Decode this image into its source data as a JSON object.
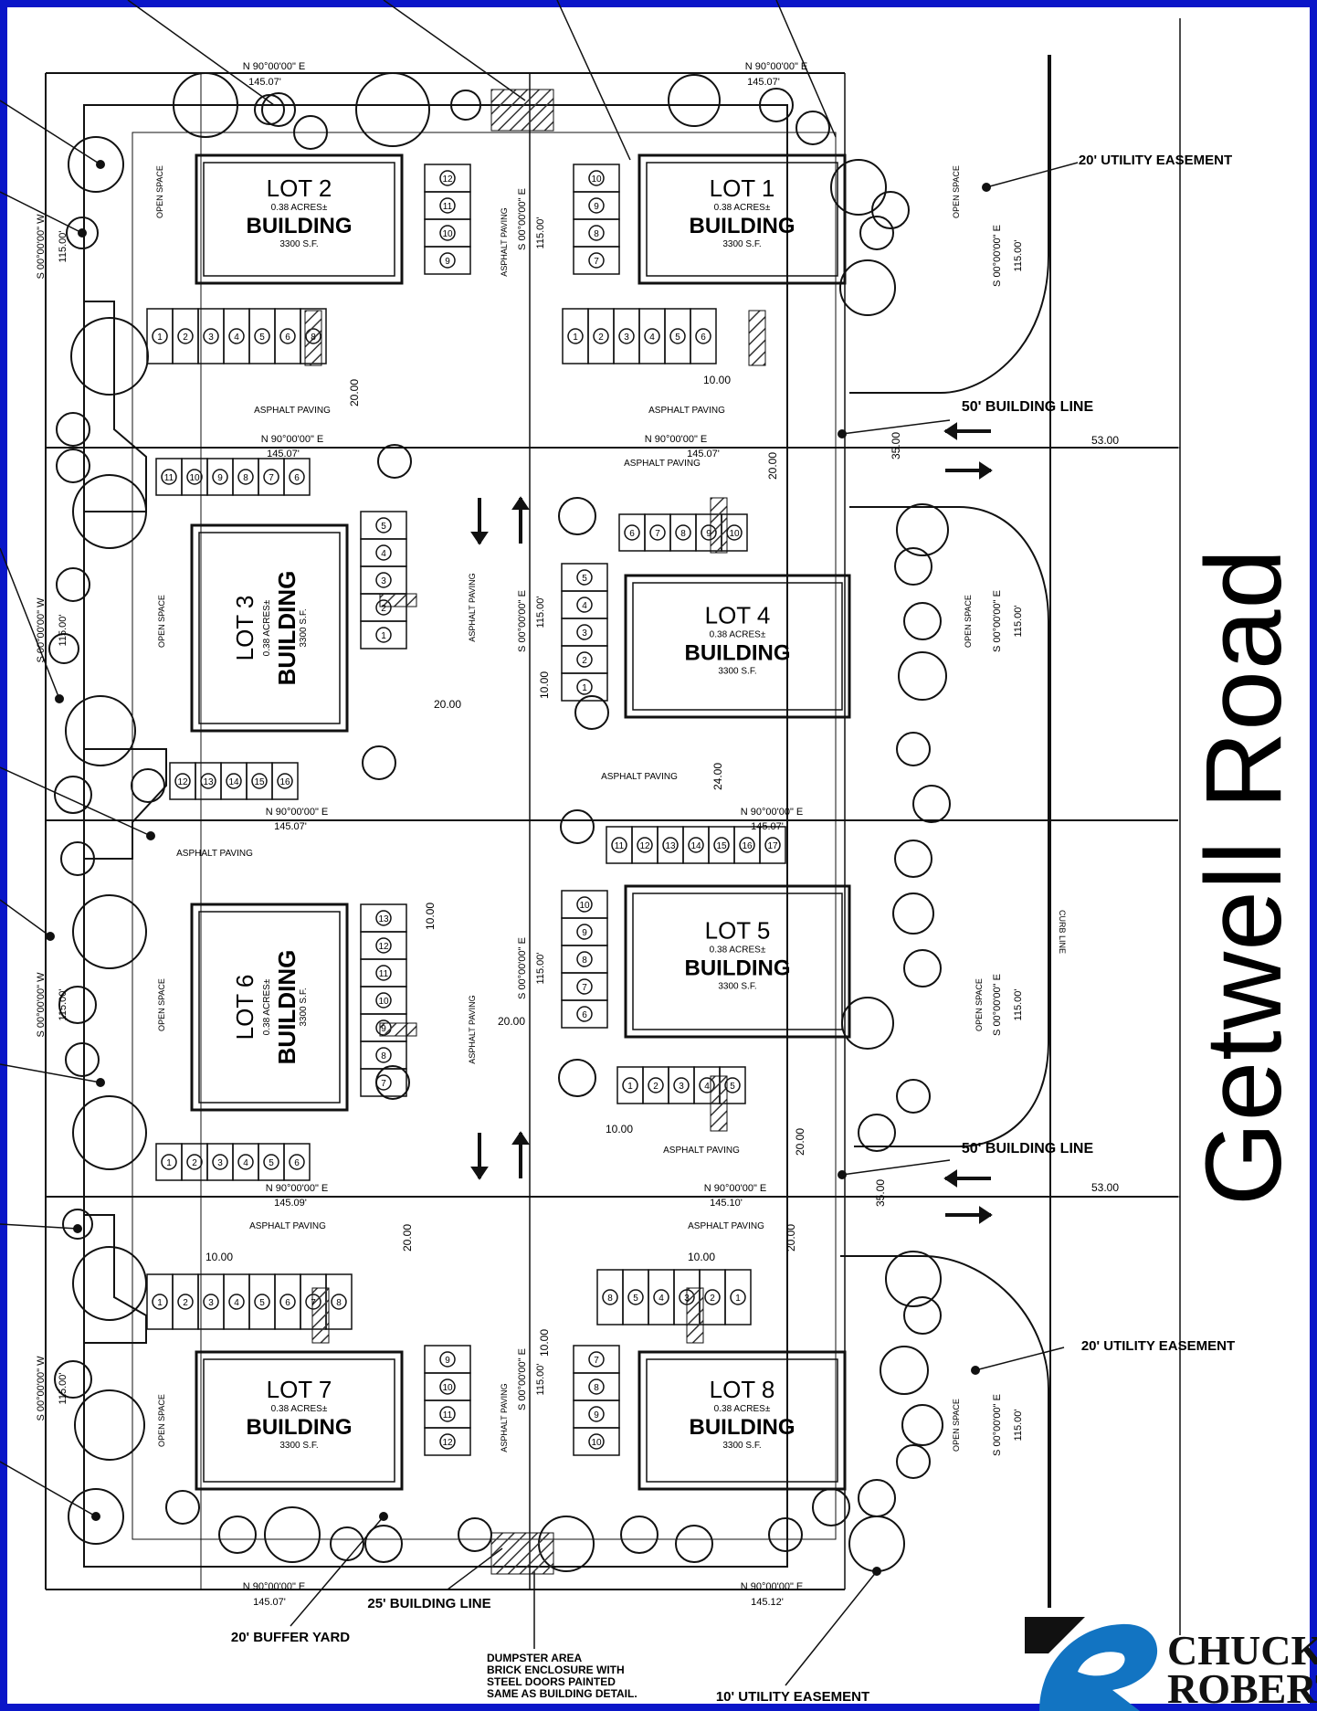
{
  "road_name": "Getwell Road",
  "colors": {
    "frame": "#0a16c8",
    "line": "#111111",
    "hatch": "#333333",
    "logo_blue": "#1274c2"
  },
  "lots": [
    {
      "name": "LOT 2",
      "area": "0.38 ACRES±",
      "building": "BUILDING",
      "sf": "3300 S.F.",
      "orientation": "horizontal"
    },
    {
      "name": "LOT 1",
      "area": "0.38 ACRES±",
      "building": "BUILDING",
      "sf": "3300 S.F.",
      "orientation": "horizontal"
    },
    {
      "name": "LOT 3",
      "area": "0.38 ACRES±",
      "building": "BUILDING",
      "sf": "3300 S.F.",
      "orientation": "vertical"
    },
    {
      "name": "LOT 4",
      "area": "0.38 ACRES±",
      "building": "BUILDING",
      "sf": "3300 S.F.",
      "orientation": "horizontal"
    },
    {
      "name": "LOT 6",
      "area": "0.38 ACRES±",
      "building": "BUILDING",
      "sf": "3300 S.F.",
      "orientation": "vertical"
    },
    {
      "name": "LOT 5",
      "area": "0.38 ACRES±",
      "building": "BUILDING",
      "sf": "3300 S.F.",
      "orientation": "horizontal"
    },
    {
      "name": "LOT 7",
      "area": "0.38 ACRES±",
      "building": "BUILDING",
      "sf": "3300 S.F.",
      "orientation": "horizontal"
    },
    {
      "name": "LOT 8",
      "area": "0.38 ACRES±",
      "building": "BUILDING",
      "sf": "3300 S.F.",
      "orientation": "horizontal"
    }
  ],
  "bearings": {
    "n90": "N 90°00'00\" E",
    "s00w": "S 00°00'00\" W",
    "s00e": "S 00°00'00\" E"
  },
  "distances": {
    "d145_07": "145.07'",
    "d145_09": "145.09'",
    "d145_10": "145.10'",
    "d145_12": "145.12'",
    "d115": "115.00'",
    "d10": "10.00",
    "d20": "20.00",
    "d24": "24.00",
    "d35": "35.00",
    "d53": "53.00"
  },
  "labels": {
    "asphalt_paving": "ASPHALT PAVING",
    "open_space": "OPEN SPACE",
    "curb_line": "CURB LINE",
    "utility_easement_20": "20' UTILITY EASEMENT",
    "building_line_50": "50' BUILDING LINE",
    "building_line_25": "25' BUILDING LINE",
    "buffer_yard_20": "20' BUFFER YARD",
    "utility_easement_10": "10' UTILITY EASEMENT",
    "dumpster_1": "DUMPSTER AREA",
    "dumpster_2": "BRICK ENCLOSURE WITH",
    "dumpster_3": "STEEL DOORS PAINTED",
    "dumpster_4": "SAME AS BUILDING DETAIL."
  },
  "parking": {
    "row1_left": [
      "1",
      "2",
      "3",
      "4",
      "5",
      "6",
      "8"
    ],
    "row1_right": [
      "1",
      "2",
      "3",
      "4",
      "5",
      "6"
    ],
    "stack_lot2": [
      "12",
      "11",
      "10",
      "9"
    ],
    "stack_lot1": [
      "10",
      "9",
      "8",
      "7"
    ],
    "row2_left": [
      "11",
      "10",
      "9",
      "8",
      "7",
      "6"
    ],
    "row2_right": [
      "6",
      "7",
      "8",
      "9",
      "10"
    ],
    "stack_lot3": [
      "5",
      "4",
      "3",
      "2",
      "1"
    ],
    "stack_lot4": [
      "5",
      "4",
      "3",
      "2",
      "1"
    ],
    "row3_left": [
      "12",
      "13",
      "14",
      "15",
      "16"
    ],
    "row3_right": [
      "11",
      "12",
      "13",
      "14",
      "15",
      "16",
      "17"
    ],
    "stack_lot6": [
      "13",
      "12",
      "11",
      "10",
      "9",
      "8",
      "7"
    ],
    "stack_lot5": [
      "10",
      "9",
      "8",
      "7",
      "6"
    ],
    "row4_left": [
      "1",
      "2",
      "3",
      "4",
      "5",
      "6"
    ],
    "row4_right": [
      "1",
      "2",
      "3",
      "4",
      "5"
    ],
    "row5_left": [
      "1",
      "2",
      "3",
      "4",
      "5",
      "6",
      "7",
      "8"
    ],
    "row5_right": [
      "8",
      "5",
      "4",
      "3",
      "2",
      "1"
    ],
    "stack_lot7": [
      "9",
      "10",
      "11",
      "12"
    ],
    "stack_lot8": [
      "7",
      "8",
      "9",
      "10"
    ]
  },
  "logo": {
    "line1": "CHUCK",
    "line2": "ROBERTS"
  }
}
